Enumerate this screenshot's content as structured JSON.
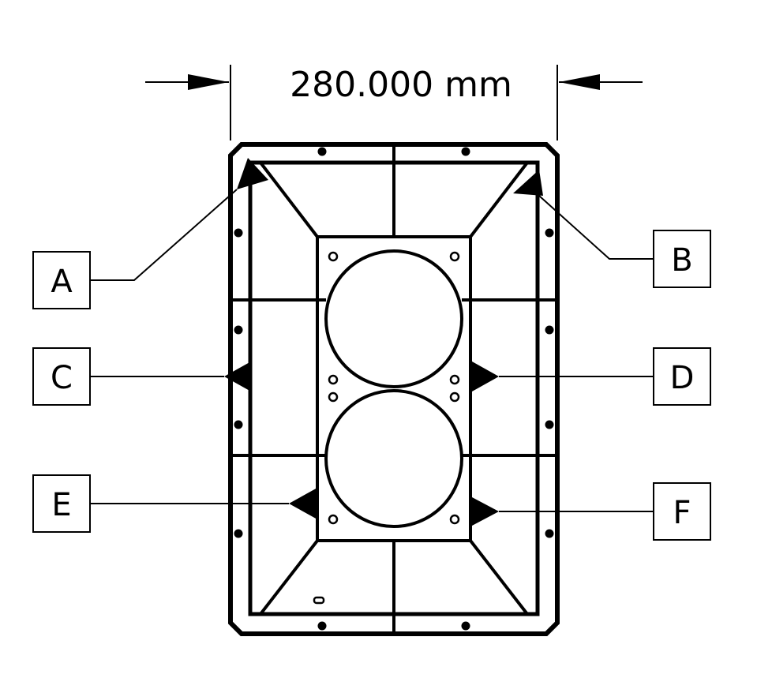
{
  "dimension": {
    "label": "280.000 mm"
  },
  "callouts": [
    {
      "id": "A",
      "label": "A"
    },
    {
      "id": "B",
      "label": "B"
    },
    {
      "id": "C",
      "label": "C"
    },
    {
      "id": "D",
      "label": "D"
    },
    {
      "id": "E",
      "label": "E"
    },
    {
      "id": "F",
      "label": "F"
    }
  ],
  "colors": {
    "ink": "#000000",
    "background": "#ffffff"
  }
}
